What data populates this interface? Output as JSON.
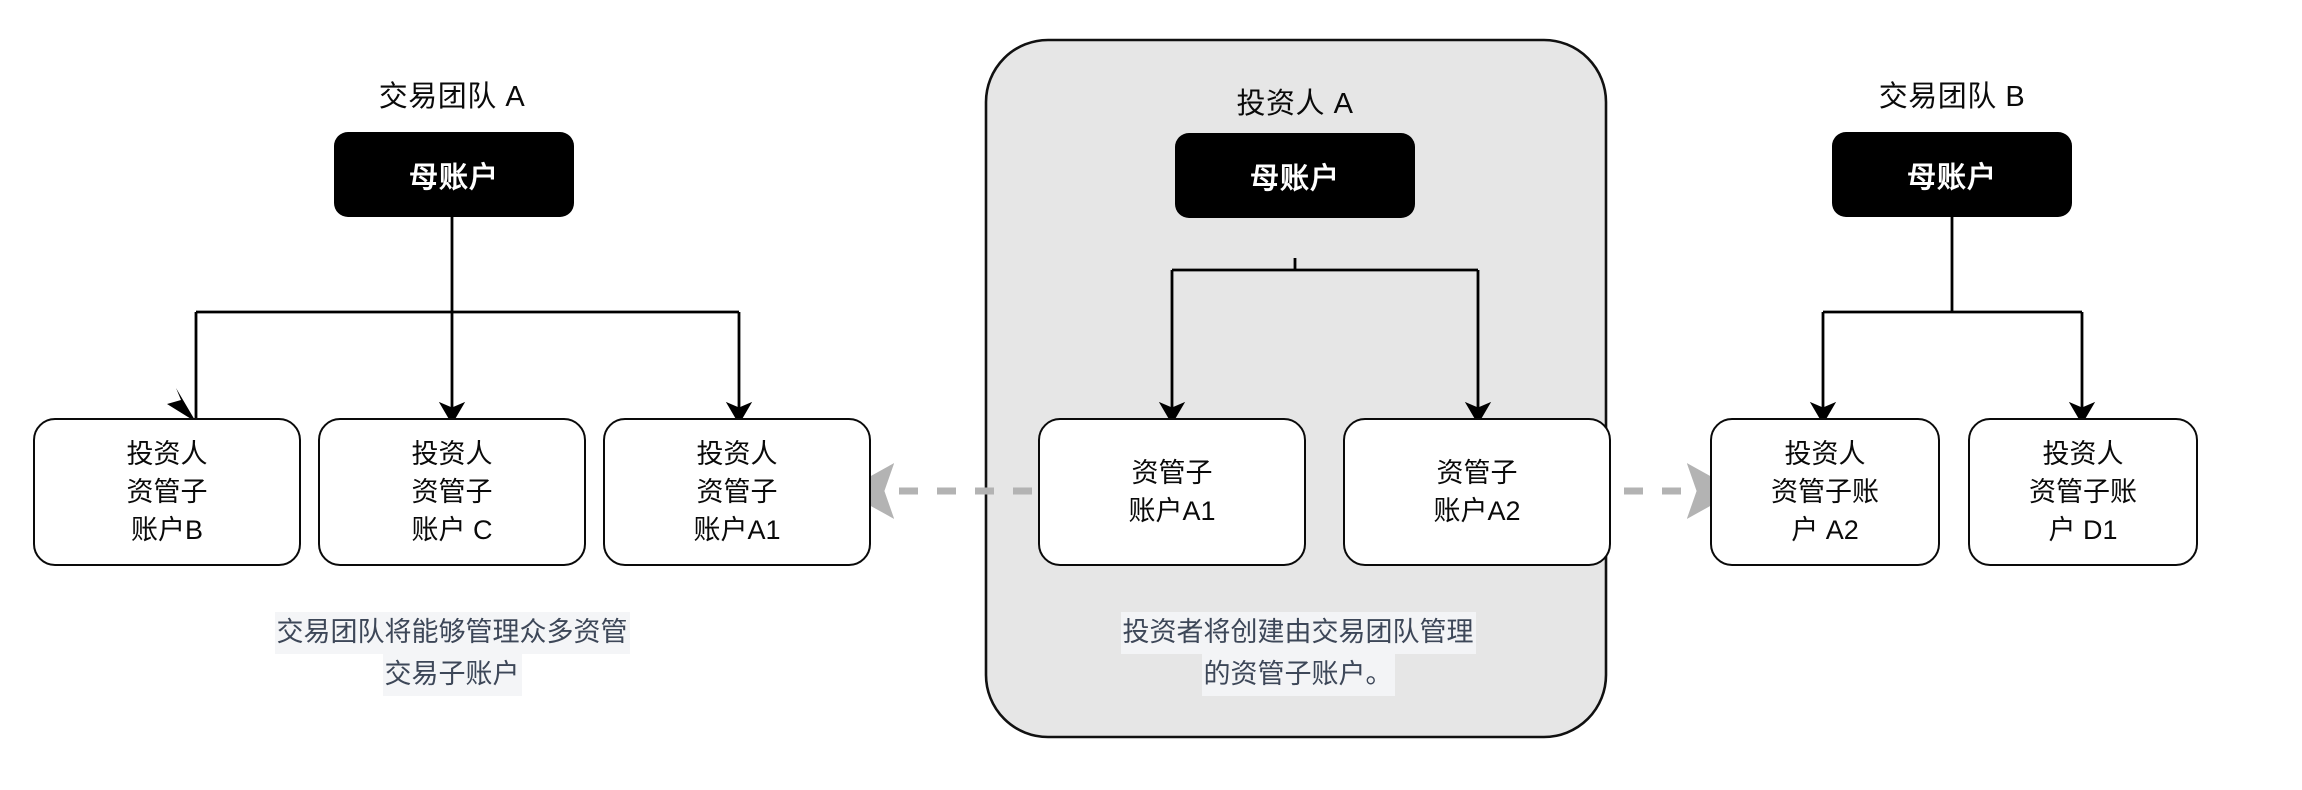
{
  "diagram": {
    "title_semantic": "account-hierarchy-diagram",
    "colors": {
      "parent_box_fill": "#000000",
      "parent_box_text": "#ffffff",
      "child_box_stroke": "#0a0a0a",
      "child_box_fill": "#ffffff",
      "container_fill": "#e6e6e6",
      "container_stroke": "#111111",
      "connector": "#000000",
      "dashed_arrow": "#b3b3b3",
      "caption_text": "#3d4758",
      "caption_highlight": "#f4f5f7",
      "page_background": "#ffffff"
    },
    "groups": [
      {
        "id": "trading-team-a",
        "title": "交易团队 A",
        "parent": {
          "label": "母账户"
        },
        "children": [
          {
            "id": "child-b",
            "lines": [
              "投资人",
              "资管子",
              "账户B"
            ]
          },
          {
            "id": "child-c",
            "lines": [
              "投资人",
              "资管子",
              "账户 C"
            ]
          },
          {
            "id": "child-a1",
            "lines": [
              "投资人",
              "资管子",
              "账户A1"
            ]
          }
        ],
        "caption": [
          "交易团队将能够管理众多资管",
          "交易子账户"
        ]
      },
      {
        "id": "investor-a",
        "title": "投资人 A",
        "highlighted": true,
        "parent": {
          "label": "母账户"
        },
        "children": [
          {
            "id": "mid-a1",
            "lines": [
              "资管子",
              "账户A1"
            ]
          },
          {
            "id": "mid-a2",
            "lines": [
              "资管子",
              "账户A2"
            ]
          }
        ],
        "caption": [
          "投资者将创建由交易团队管理",
          "的资管子账户。"
        ]
      },
      {
        "id": "trading-team-b",
        "title": "交易团队 B",
        "parent": {
          "label": "母账户"
        },
        "children": [
          {
            "id": "right-a2",
            "lines": [
              "投资人",
              "资管子账",
              "户 A2"
            ]
          },
          {
            "id": "right-d1",
            "lines": [
              "投资人",
              "资管子账",
              "户 D1"
            ]
          }
        ],
        "caption": []
      }
    ],
    "links": [
      {
        "id": "link-left",
        "direction": "left",
        "style": "dashed",
        "from": "investor-a.mid-a1",
        "to": "trading-team-a.child-a1"
      },
      {
        "id": "link-right",
        "direction": "right",
        "style": "dashed",
        "from": "investor-a.mid-a2",
        "to": "trading-team-b.right-a2"
      }
    ]
  }
}
